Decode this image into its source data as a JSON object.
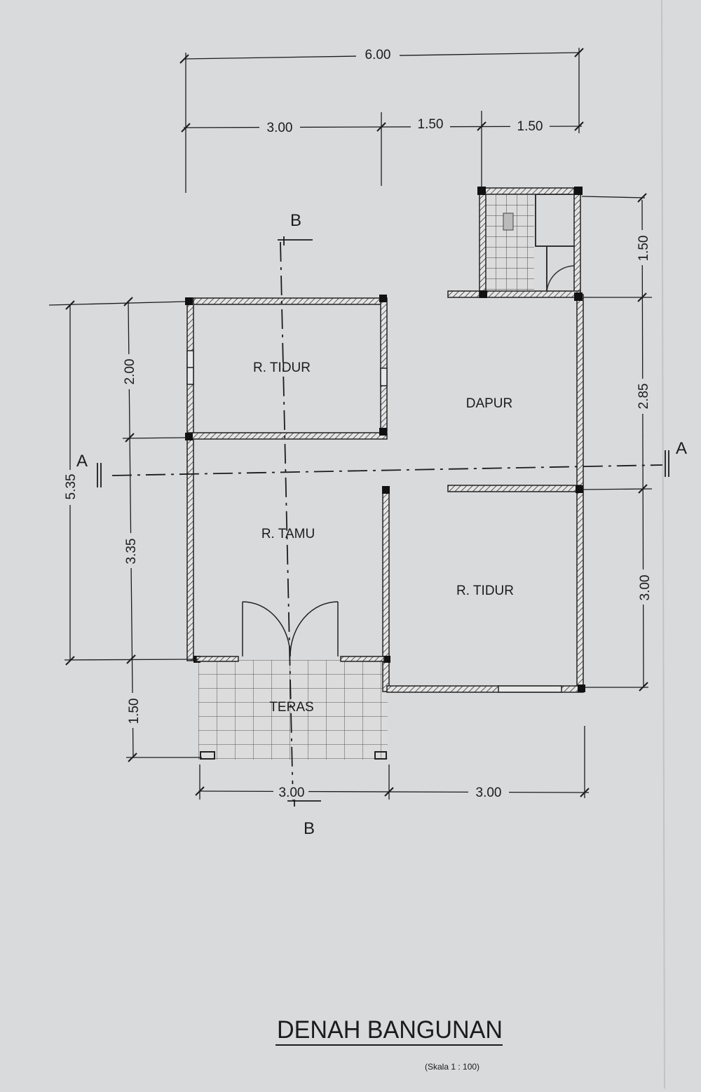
{
  "title": "DENAH BANGUNAN",
  "scale_note": "(Skala  1 : 100)",
  "rooms": {
    "bedroom_top": "R. TIDUR",
    "kitchen": "DAPUR",
    "living": "R. TAMU",
    "bedroom_right": "R. TIDUR",
    "terrace": "TERAS"
  },
  "section_marks": {
    "b_top": "B",
    "b_bottom": "B",
    "a_left": "A",
    "a_right": "A"
  },
  "dimensions": {
    "top_total": "6.00",
    "top_left": "3.00",
    "top_mid": "1.50",
    "top_right": "1.50",
    "left_total": "5.35",
    "left_bedroom": "2.00",
    "left_living": "3.35",
    "left_terrace": "1.50",
    "right_bath": "1.50",
    "right_kitchen": "2.85",
    "right_bedroom": "3.00",
    "bottom_left": "3.00",
    "bottom_right": "3.00"
  },
  "colors": {
    "paper": "#d9dadc",
    "ink": "#1c1c1c"
  }
}
